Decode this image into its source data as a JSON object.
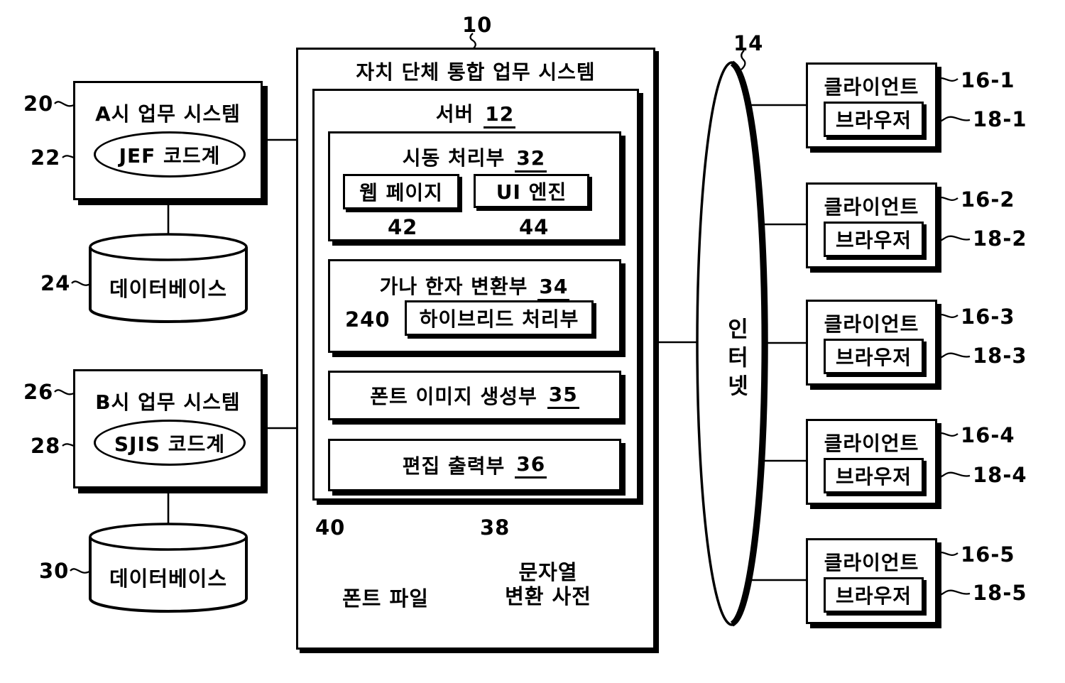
{
  "figure": {
    "integrated_system": {
      "ref": "10",
      "title": "자치 단체 통합 업무 시스템"
    },
    "server": {
      "ref": "12",
      "title": "서버"
    },
    "startup_processor": {
      "ref": "32",
      "title": "시동 처리부"
    },
    "web_page": {
      "ref": "42",
      "label": "웹 페이지"
    },
    "ui_engine": {
      "ref": "44",
      "label": "UI 엔진"
    },
    "kana_kanji_converter": {
      "ref": "34",
      "title": "가나 한자 변환부"
    },
    "hybrid_processor": {
      "ref": "240",
      "label": "하이브리드 처리부"
    },
    "font_image_generator": {
      "ref": "35",
      "title": "폰트 이미지 생성부"
    },
    "edit_output_unit": {
      "ref": "36",
      "title": "편집 출력부"
    },
    "font_file": {
      "ref": "40",
      "label": "폰트 파일"
    },
    "string_conversion_dictionary": {
      "ref": "38",
      "label_line1": "문자열",
      "label_line2": "변환 사전"
    },
    "city_a_system": {
      "ref": "20",
      "title": "A시 업무 시스템"
    },
    "jef_code": {
      "ref": "22",
      "label": "JEF 코드계"
    },
    "database_a": {
      "ref": "24",
      "label": "데이터베이스"
    },
    "city_b_system": {
      "ref": "26",
      "title": "B시 업무 시스템"
    },
    "sjis_code": {
      "ref": "28",
      "label": "SJIS 코드계"
    },
    "database_b": {
      "ref": "30",
      "label": "데이터베이스"
    },
    "internet": {
      "ref": "14",
      "label": "인터넷"
    },
    "clients": [
      {
        "ref": "16-1",
        "title": "클라이언트",
        "browser_ref": "18-1",
        "browser_label": "브라우저"
      },
      {
        "ref": "16-2",
        "title": "클라이언트",
        "browser_ref": "18-2",
        "browser_label": "브라우저"
      },
      {
        "ref": "16-3",
        "title": "클라이언트",
        "browser_ref": "18-3",
        "browser_label": "브라우저"
      },
      {
        "ref": "16-4",
        "title": "클라이언트",
        "browser_ref": "18-4",
        "browser_label": "브라우저"
      },
      {
        "ref": "16-5",
        "title": "클라이언트",
        "browser_ref": "18-5",
        "browser_label": "브라우저"
      }
    ],
    "colors": {
      "line": "#000000",
      "background": "#ffffff"
    }
  }
}
